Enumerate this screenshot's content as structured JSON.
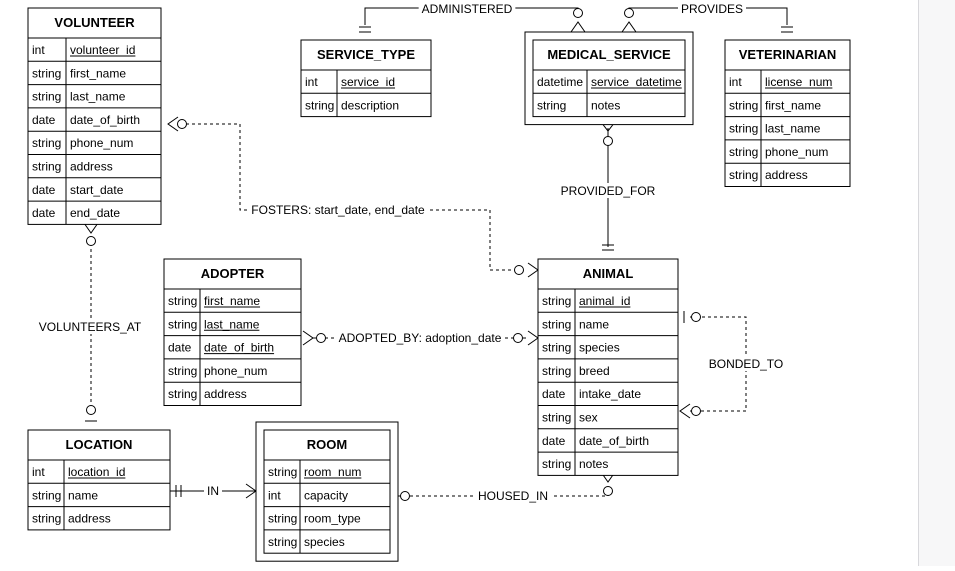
{
  "entities": [
    {
      "id": "volunteer",
      "name": "VOLUNTEER",
      "double": false,
      "attributes": [
        {
          "type": "int",
          "name": "volunteer_id",
          "key": true
        },
        {
          "type": "string",
          "name": "first_name",
          "key": false
        },
        {
          "type": "string",
          "name": "last_name",
          "key": false
        },
        {
          "type": "date",
          "name": "date_of_birth",
          "key": false
        },
        {
          "type": "string",
          "name": "phone_num",
          "key": false
        },
        {
          "type": "string",
          "name": "address",
          "key": false
        },
        {
          "type": "date",
          "name": "start_date",
          "key": false
        },
        {
          "type": "date",
          "name": "end_date",
          "key": false
        }
      ]
    },
    {
      "id": "service-type",
      "name": "SERVICE_TYPE",
      "double": false,
      "attributes": [
        {
          "type": "int",
          "name": "service_id",
          "key": true
        },
        {
          "type": "string",
          "name": "description",
          "key": false
        }
      ]
    },
    {
      "id": "medical-service",
      "name": "MEDICAL_SERVICE",
      "double": true,
      "attributes": [
        {
          "type": "datetime",
          "name": "service_datetime",
          "key": true
        },
        {
          "type": "string",
          "name": "notes",
          "key": false
        }
      ]
    },
    {
      "id": "veterinarian",
      "name": "VETERINARIAN",
      "double": false,
      "attributes": [
        {
          "type": "int",
          "name": "license_num",
          "key": true
        },
        {
          "type": "string",
          "name": "first_name",
          "key": false
        },
        {
          "type": "string",
          "name": "last_name",
          "key": false
        },
        {
          "type": "string",
          "name": "phone_num",
          "key": false
        },
        {
          "type": "string",
          "name": "address",
          "key": false
        }
      ]
    },
    {
      "id": "adopter",
      "name": "ADOPTER",
      "double": false,
      "attributes": [
        {
          "type": "string",
          "name": "first_name",
          "key": true
        },
        {
          "type": "string",
          "name": "last_name",
          "key": true
        },
        {
          "type": "date",
          "name": "date_of_birth",
          "key": true
        },
        {
          "type": "string",
          "name": "phone_num",
          "key": false
        },
        {
          "type": "string",
          "name": "address",
          "key": false
        }
      ]
    },
    {
      "id": "animal",
      "name": "ANIMAL",
      "double": false,
      "attributes": [
        {
          "type": "string",
          "name": "animal_id",
          "key": true
        },
        {
          "type": "string",
          "name": "name",
          "key": false
        },
        {
          "type": "string",
          "name": "species",
          "key": false
        },
        {
          "type": "string",
          "name": "breed",
          "key": false
        },
        {
          "type": "date",
          "name": "intake_date",
          "key": false
        },
        {
          "type": "string",
          "name": "sex",
          "key": false
        },
        {
          "type": "date",
          "name": "date_of_birth",
          "key": false
        },
        {
          "type": "string",
          "name": "notes",
          "key": false
        }
      ]
    },
    {
      "id": "location",
      "name": "LOCATION",
      "double": false,
      "attributes": [
        {
          "type": "int",
          "name": "location_id",
          "key": true
        },
        {
          "type": "string",
          "name": "name",
          "key": false
        },
        {
          "type": "string",
          "name": "address",
          "key": false
        }
      ]
    },
    {
      "id": "room",
      "name": "ROOM",
      "double": true,
      "attributes": [
        {
          "type": "string",
          "name": "room_num",
          "key": true
        },
        {
          "type": "int",
          "name": "capacity",
          "key": false
        },
        {
          "type": "string",
          "name": "room_type",
          "key": false
        },
        {
          "type": "string",
          "name": "species",
          "key": false
        }
      ]
    }
  ],
  "relationships": [
    {
      "id": "administered",
      "label": "ADMINISTERED"
    },
    {
      "id": "provides",
      "label": "PROVIDES"
    },
    {
      "id": "provided-for",
      "label": "PROVIDED_FOR"
    },
    {
      "id": "fosters",
      "label": "FOSTERS: start_date, end_date"
    },
    {
      "id": "volunteers-at",
      "label": "VOLUNTEERS_AT"
    },
    {
      "id": "adopted-by",
      "label": "ADOPTED_BY: adoption_date"
    },
    {
      "id": "bonded-to",
      "label": "BONDED_TO"
    },
    {
      "id": "in",
      "label": "IN"
    },
    {
      "id": "housed-in",
      "label": "HOUSED_IN"
    }
  ]
}
